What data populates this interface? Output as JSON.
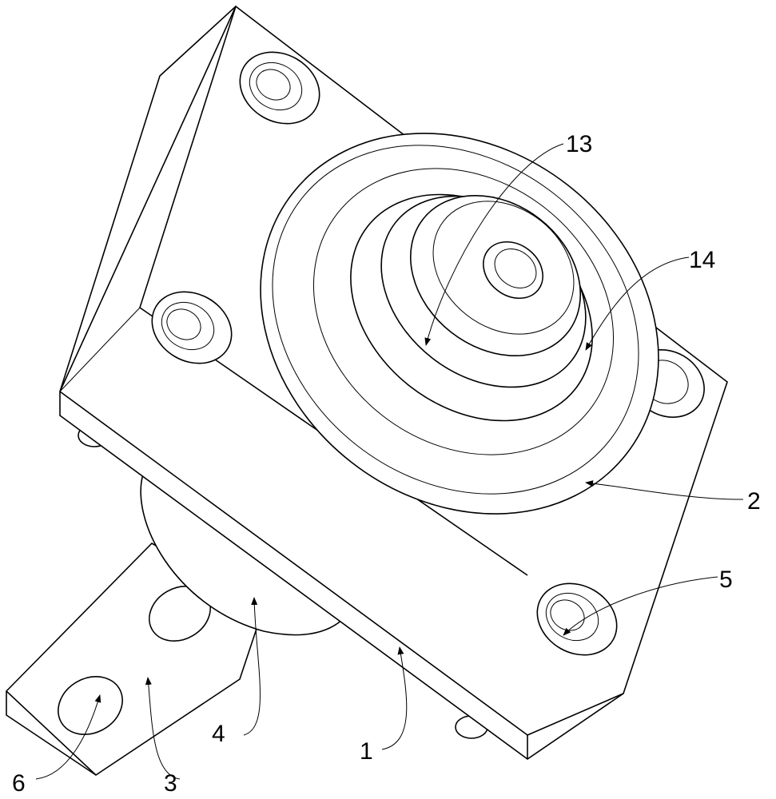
{
  "figure": {
    "labels": {
      "l13": "13",
      "l14": "14",
      "l2": "2",
      "l5": "5",
      "l1": "1",
      "l4": "4",
      "l3": "3",
      "l6": "6"
    }
  }
}
